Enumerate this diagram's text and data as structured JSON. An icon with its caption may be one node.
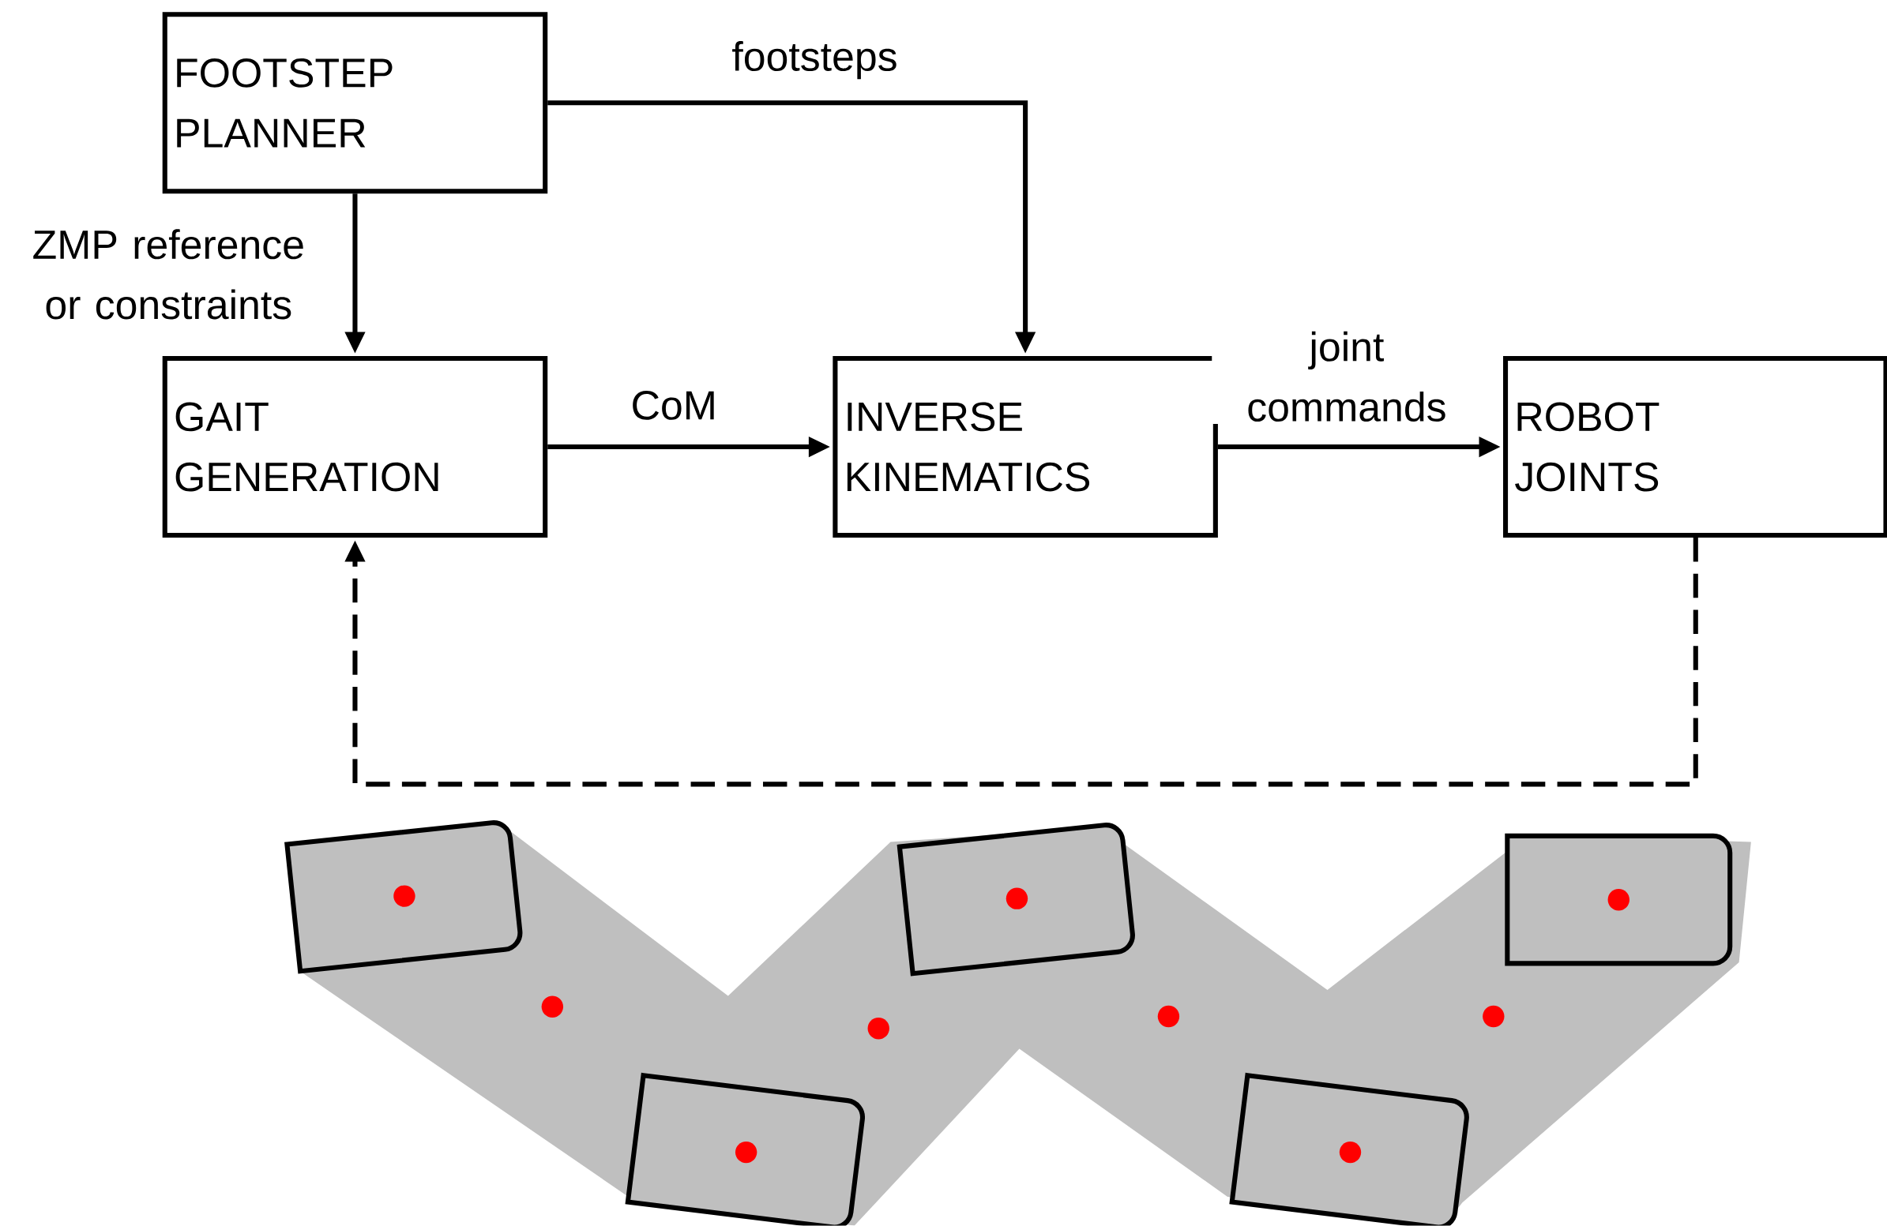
{
  "diagram": {
    "nodes": [
      {
        "text": [
          "FOOTSTEP PLANNER"
        ]
      },
      {
        "text": [
          "GAIT GENERATION"
        ]
      },
      {
        "text": [
          "INVERSE KINEMATICS"
        ]
      },
      {
        "text": [
          "ROBOT JOINTS"
        ]
      }
    ],
    "edges": [
      {
        "from": 0,
        "to": 1,
        "arrow": "to",
        "label": "ZMP reference or constraints"
      },
      {
        "from": 0,
        "to": 2,
        "arrow": "to",
        "label": "footsteps"
      },
      {
        "from": 1,
        "to": 2,
        "arrow": "to",
        "label": "CoM"
      },
      {
        "from": 2,
        "to": 3,
        "arrow": "to",
        "label": "joint commands"
      },
      {
        "from": 3,
        "to": 1,
        "arrow": "to",
        "style": "dashed"
      }
    ]
  }
}
